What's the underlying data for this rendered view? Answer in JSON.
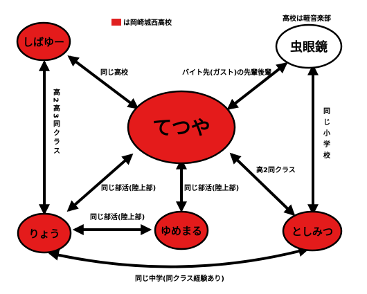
{
  "legend": {
    "text": "は岡崎城西高校",
    "swatch_color": "#e02020"
  },
  "note_top_right": "高校は軽音楽部",
  "nodes": {
    "shibayu": "しばゆー",
    "tetsuya": "てつや",
    "mushimegane": "虫眼鏡",
    "ryo": "りょう",
    "yumemaru": "ゆめまる",
    "toshimitsu": "としみつ"
  },
  "edges": {
    "shibayu_tetsuya": "同じ高校",
    "mushimegane_tetsuya": "バイト先(ガスト)の先輩後輩",
    "shibayu_ryo": "高2高3同クラス",
    "mushimegane_toshimitsu": "同じ小学校",
    "ryo_tetsuya": "同じ部活(陸上部)",
    "yumemaru_tetsuya": "同じ部活(陸上部)",
    "tetsuya_toshimitsu": "高2同クラス",
    "ryo_yumemaru": "同じ部活(陸上部)",
    "ryo_toshimitsu": "同じ中学(同クラス経験あり)"
  },
  "colors": {
    "node_red": "#e41b1b",
    "node_white": "#ffffff",
    "outline": "#000000"
  }
}
